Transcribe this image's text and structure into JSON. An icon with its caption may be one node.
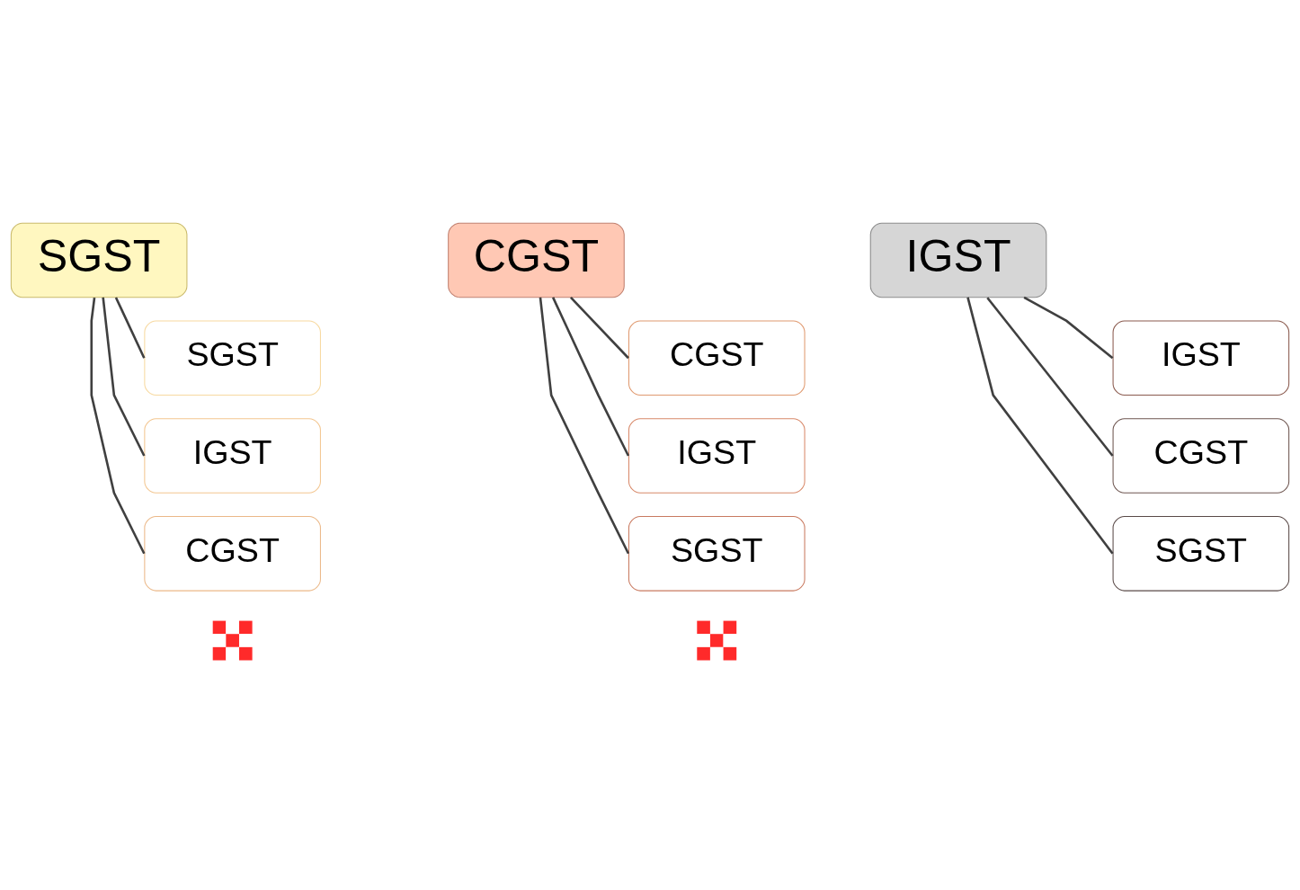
{
  "diagram": {
    "nodes": [
      {
        "text": [
          "SGST"
        ]
      },
      {
        "text": [
          "SGST"
        ]
      },
      {
        "text": [
          "IGST"
        ]
      },
      {
        "text": [
          "CGST"
        ]
      },
      {
        "text": [],
        "shape": "cross"
      },
      {
        "text": [
          "CGST"
        ]
      },
      {
        "text": [
          "CGST"
        ]
      },
      {
        "text": [
          "IGST"
        ]
      },
      {
        "text": [
          "SGST"
        ]
      },
      {
        "text": [],
        "shape": "cross"
      },
      {
        "text": [
          "IGST"
        ]
      },
      {
        "text": [
          "IGST"
        ]
      },
      {
        "text": [
          "CGST"
        ]
      },
      {
        "text": [
          "SGST"
        ]
      }
    ],
    "edges": [
      {
        "from": 0,
        "to": 1,
        "arrow": "none"
      },
      {
        "from": 0,
        "to": 2,
        "arrow": "none"
      },
      {
        "from": 0,
        "to": 3,
        "arrow": "none"
      },
      {
        "from": 5,
        "to": 6,
        "arrow": "none"
      },
      {
        "from": 5,
        "to": 7,
        "arrow": "none"
      },
      {
        "from": 5,
        "to": 8,
        "arrow": "none"
      },
      {
        "from": 10,
        "to": 11,
        "arrow": "none"
      },
      {
        "from": 10,
        "to": 12,
        "arrow": "none"
      },
      {
        "from": 10,
        "to": 13,
        "arrow": "none"
      }
    ]
  }
}
